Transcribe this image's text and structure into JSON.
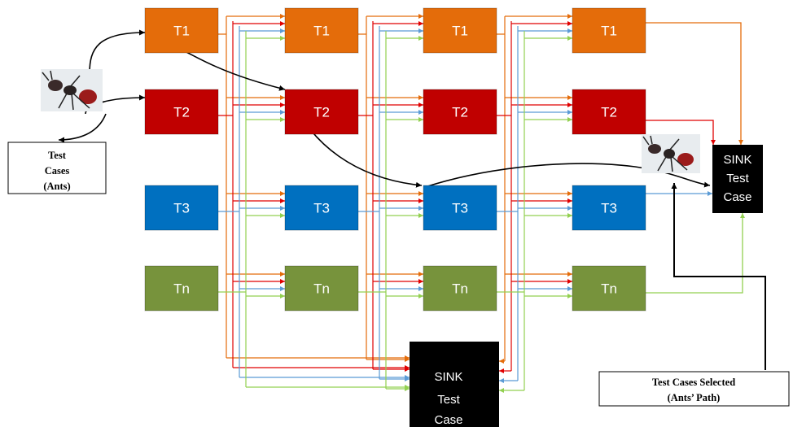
{
  "colors": {
    "T1": "#e46c0a",
    "T2": "#c00000",
    "T3": "#0070c0",
    "Tn": "#77933c",
    "sink": "#000000",
    "line_orange": "#e46c0a",
    "line_red": "#e00000",
    "line_blue": "#5b9bd5",
    "line_green": "#92d050",
    "path": "#000000"
  },
  "columns": [
    {
      "nodes": [
        {
          "key": "T1",
          "label": "T1"
        },
        {
          "key": "T2",
          "label": "T2"
        },
        {
          "key": "T3",
          "label": "T3"
        },
        {
          "key": "Tn",
          "label": "Tn"
        }
      ]
    },
    {
      "nodes": [
        {
          "key": "T1",
          "label": "T1"
        },
        {
          "key": "T2",
          "label": "T2"
        },
        {
          "key": "T3",
          "label": "T3"
        },
        {
          "key": "Tn",
          "label": "Tn"
        }
      ]
    },
    {
      "nodes": [
        {
          "key": "T1",
          "label": "T1"
        },
        {
          "key": "T2",
          "label": "T2"
        },
        {
          "key": "T3",
          "label": "T3"
        },
        {
          "key": "Tn",
          "label": "Tn"
        }
      ]
    },
    {
      "nodes": [
        {
          "key": "T1",
          "label": "T1"
        },
        {
          "key": "T2",
          "label": "T2"
        },
        {
          "key": "T3",
          "label": "T3"
        },
        {
          "key": "Tn",
          "label": "Tn"
        }
      ]
    }
  ],
  "sink_right": {
    "lines": [
      "SINK",
      "Test",
      "Case"
    ]
  },
  "sink_bottom": {
    "lines": [
      "SINK",
      "Test",
      "Case"
    ]
  },
  "test_cases_box": {
    "lines": [
      "Test",
      "Cases",
      "(Ants)"
    ]
  },
  "selected_box": {
    "lines": [
      "Test Cases Selected",
      "(Ants’ Path)"
    ]
  },
  "icons": [
    "ant-icon",
    "ant-icon"
  ]
}
